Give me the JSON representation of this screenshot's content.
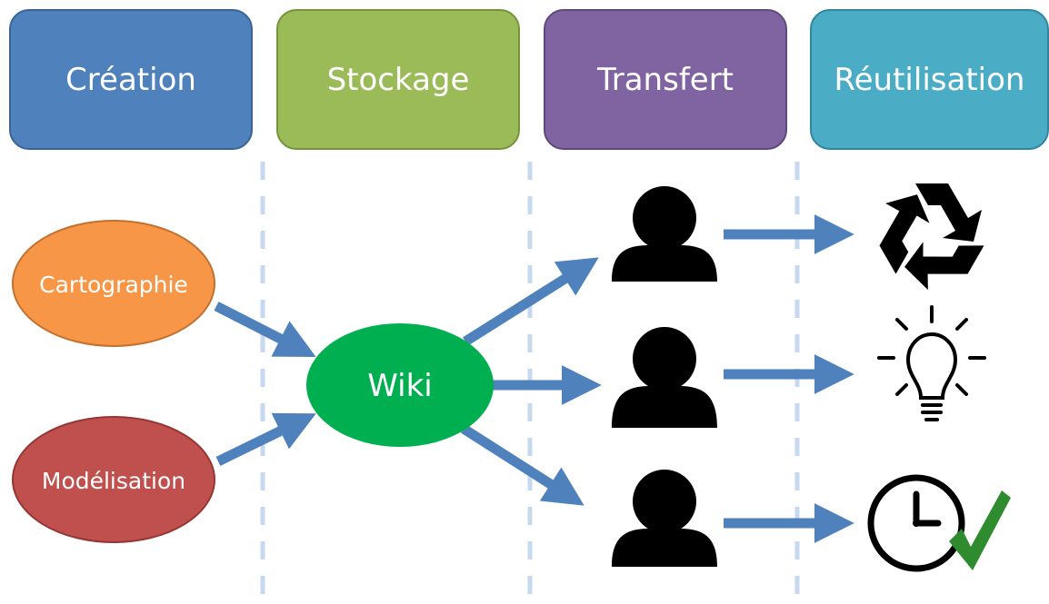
{
  "phases": [
    {
      "label": "Création",
      "fill": "#4f81bd",
      "border": "#3a6496"
    },
    {
      "label": "Stockage",
      "fill": "#9bbb59",
      "border": "#76923c"
    },
    {
      "label": "Transfert",
      "fill": "#8064a2",
      "border": "#5f497a"
    },
    {
      "label": "Réutilisation",
      "fill": "#4bacc6",
      "border": "#31859c"
    }
  ],
  "sources": [
    {
      "label": "Cartographie",
      "fill": "#f79646",
      "border": "#c3702f"
    },
    {
      "label": "Modélisation",
      "fill": "#c0504d",
      "border": "#943634"
    }
  ],
  "hub": {
    "label": "Wiki",
    "fill": "#00b050"
  },
  "colors": {
    "arrow": "#4f81bd",
    "divider": "#c6d9f0",
    "icon": "#000000",
    "check": "#2e8b2e"
  },
  "outcomes": [
    {
      "icon": "recycle-icon"
    },
    {
      "icon": "lightbulb-icon"
    },
    {
      "icon": "clock-check-icon"
    }
  ]
}
